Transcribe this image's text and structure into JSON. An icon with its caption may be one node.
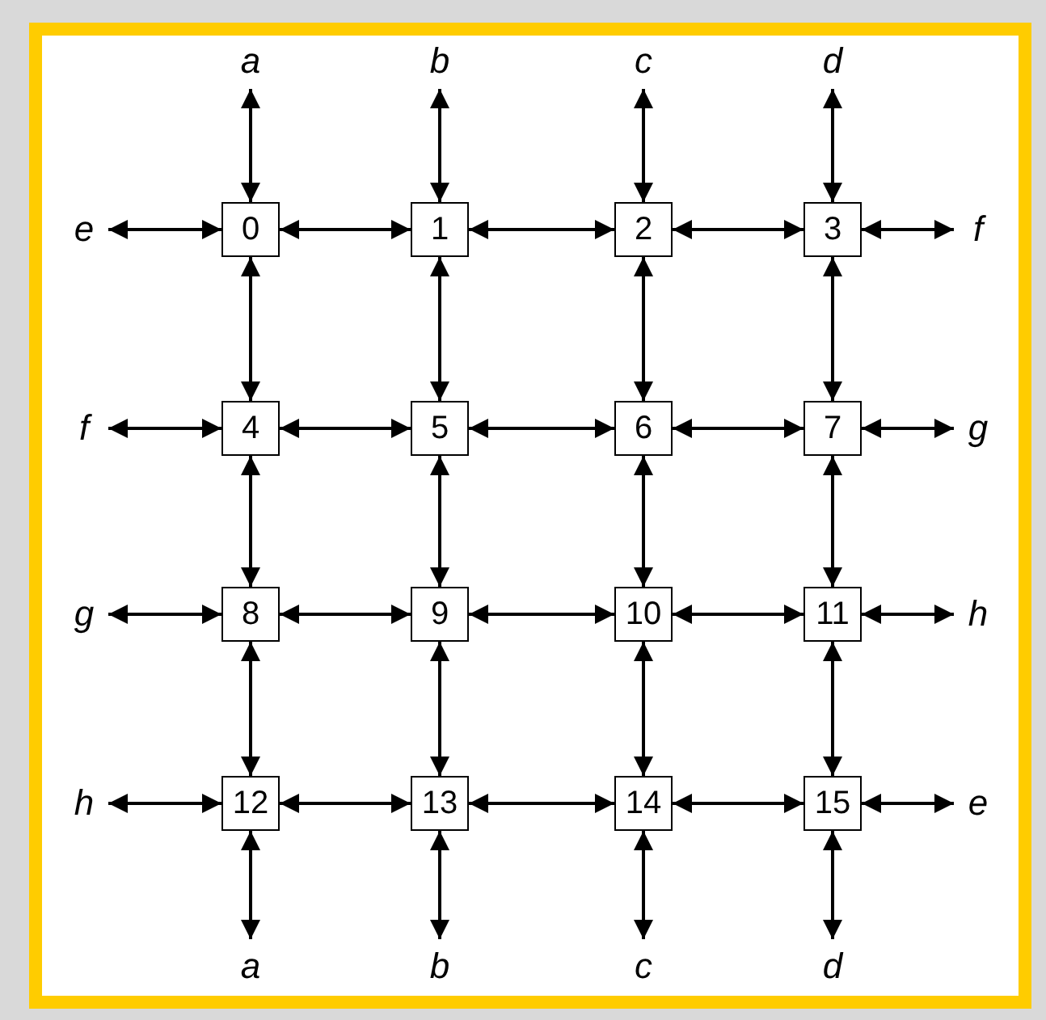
{
  "diagram": {
    "nodes": [
      {
        "text": [
          "a"
        ]
      },
      {
        "text": [
          "b"
        ]
      },
      {
        "text": [
          "c"
        ]
      },
      {
        "text": [
          "d"
        ]
      },
      {
        "text": [
          "e"
        ]
      },
      {
        "text": [
          "0"
        ]
      },
      {
        "text": [
          "1"
        ]
      },
      {
        "text": [
          "2"
        ]
      },
      {
        "text": [
          "3"
        ]
      },
      {
        "text": [
          "f"
        ]
      },
      {
        "text": [
          "f"
        ]
      },
      {
        "text": [
          "4"
        ]
      },
      {
        "text": [
          "5"
        ]
      },
      {
        "text": [
          "6"
        ]
      },
      {
        "text": [
          "7"
        ]
      },
      {
        "text": [
          "g"
        ]
      },
      {
        "text": [
          "g"
        ]
      },
      {
        "text": [
          "8"
        ]
      },
      {
        "text": [
          "9"
        ]
      },
      {
        "text": [
          "10"
        ]
      },
      {
        "text": [
          "11"
        ]
      },
      {
        "text": [
          "h"
        ]
      },
      {
        "text": [
          "h"
        ]
      },
      {
        "text": [
          "12"
        ]
      },
      {
        "text": [
          "13"
        ]
      },
      {
        "text": [
          "14"
        ]
      },
      {
        "text": [
          "15"
        ]
      },
      {
        "text": [
          "e"
        ]
      },
      {
        "text": [
          "a"
        ]
      },
      {
        "text": [
          "b"
        ]
      },
      {
        "text": [
          "c"
        ]
      },
      {
        "text": [
          "d"
        ]
      }
    ],
    "edges": [
      {
        "from": 0,
        "to": 5,
        "arrow": "both"
      },
      {
        "from": 1,
        "to": 6,
        "arrow": "both"
      },
      {
        "from": 2,
        "to": 7,
        "arrow": "both"
      },
      {
        "from": 3,
        "to": 8,
        "arrow": "both"
      },
      {
        "from": 4,
        "to": 5,
        "arrow": "both"
      },
      {
        "from": 5,
        "to": 6,
        "arrow": "both"
      },
      {
        "from": 6,
        "to": 7,
        "arrow": "both"
      },
      {
        "from": 7,
        "to": 8,
        "arrow": "both"
      },
      {
        "from": 8,
        "to": 9,
        "arrow": "both"
      },
      {
        "from": 5,
        "to": 11,
        "arrow": "both"
      },
      {
        "from": 6,
        "to": 12,
        "arrow": "both"
      },
      {
        "from": 7,
        "to": 13,
        "arrow": "both"
      },
      {
        "from": 8,
        "to": 14,
        "arrow": "both"
      },
      {
        "from": 10,
        "to": 11,
        "arrow": "both"
      },
      {
        "from": 11,
        "to": 12,
        "arrow": "both"
      },
      {
        "from": 12,
        "to": 13,
        "arrow": "both"
      },
      {
        "from": 13,
        "to": 14,
        "arrow": "both"
      },
      {
        "from": 14,
        "to": 15,
        "arrow": "both"
      },
      {
        "from": 11,
        "to": 17,
        "arrow": "both"
      },
      {
        "from": 12,
        "to": 18,
        "arrow": "both"
      },
      {
        "from": 13,
        "to": 19,
        "arrow": "both"
      },
      {
        "from": 14,
        "to": 20,
        "arrow": "both"
      },
      {
        "from": 16,
        "to": 17,
        "arrow": "both"
      },
      {
        "from": 17,
        "to": 18,
        "arrow": "both"
      },
      {
        "from": 18,
        "to": 19,
        "arrow": "both"
      },
      {
        "from": 19,
        "to": 20,
        "arrow": "both"
      },
      {
        "from": 20,
        "to": 21,
        "arrow": "both"
      },
      {
        "from": 17,
        "to": 23,
        "arrow": "both"
      },
      {
        "from": 18,
        "to": 24,
        "arrow": "both"
      },
      {
        "from": 19,
        "to": 25,
        "arrow": "both"
      },
      {
        "from": 20,
        "to": 26,
        "arrow": "both"
      },
      {
        "from": 22,
        "to": 23,
        "arrow": "both"
      },
      {
        "from": 23,
        "to": 24,
        "arrow": "both"
      },
      {
        "from": 24,
        "to": 25,
        "arrow": "both"
      },
      {
        "from": 25,
        "to": 26,
        "arrow": "both"
      },
      {
        "from": 26,
        "to": 27,
        "arrow": "both"
      },
      {
        "from": 23,
        "to": 28,
        "arrow": "both"
      },
      {
        "from": 24,
        "to": 29,
        "arrow": "both"
      },
      {
        "from": 25,
        "to": 30,
        "arrow": "both"
      },
      {
        "from": 26,
        "to": 31,
        "arrow": "both"
      }
    ]
  }
}
